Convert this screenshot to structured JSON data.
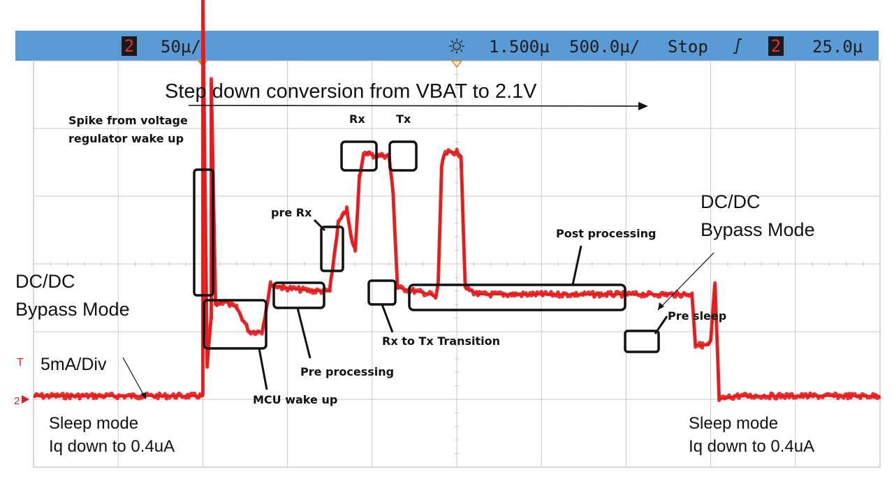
{
  "status_bar": {
    "channel": "2",
    "vertical_scale": "50µ/",
    "trigger_icon": "trigger-sun-icon",
    "offset": "1.500µ",
    "timebase": "500.0µ/",
    "run_state": "Stop",
    "edge_icon": "rising-edge-icon",
    "trigger_channel": "2",
    "trigger_level": "25.0µ",
    "colors": {
      "bar_bg": "#5b9bd5",
      "channel_badge": "#1a1a1a",
      "channel_text": "#e03030"
    }
  },
  "chart_data": {
    "type": "line",
    "title": "Step down conversion from VBAT to 2.1V",
    "xlabel": "",
    "ylabel": "",
    "grid": true,
    "grid_divisions": {
      "x": 10,
      "y": 6
    },
    "scale_label": "5mA/Div",
    "channel_marker": "2",
    "trigger_marker": "T",
    "series": [
      {
        "color": "#e41a1c",
        "x_div": [
          0.0,
          2.0,
          2.0,
          2.05,
          2.1,
          2.1,
          2.15,
          2.25,
          2.4,
          2.55,
          2.7,
          2.8,
          2.95,
          3.3,
          3.5,
          3.5,
          3.6,
          3.7,
          3.75,
          3.8,
          3.85,
          3.9,
          3.95,
          4.0,
          4.2,
          4.25,
          4.3,
          4.7,
          4.75,
          4.78,
          4.82,
          4.85,
          4.9,
          5.0,
          5.05,
          5.1,
          5.25,
          5.35,
          5.45,
          5.5,
          5.55,
          5.65,
          5.8,
          6.0,
          7.0,
          7.6,
          7.78,
          7.82,
          7.9,
          7.97,
          8.0,
          8.05,
          8.1,
          8.3,
          10.0
        ],
        "y_div": [
          0.05,
          0.05,
          6.0,
          0.5,
          1.2,
          4.7,
          1.4,
          1.45,
          1.35,
          1.0,
          1.0,
          1.7,
          1.65,
          1.6,
          1.6,
          1.6,
          2.6,
          2.8,
          2.4,
          2.2,
          3.3,
          3.6,
          3.65,
          3.6,
          3.6,
          3.0,
          1.65,
          1.55,
          1.5,
          1.7,
          3.4,
          3.6,
          3.65,
          3.65,
          3.6,
          1.65,
          1.55,
          1.55,
          1.55,
          1.55,
          1.55,
          1.55,
          1.55,
          1.55,
          1.55,
          1.55,
          1.55,
          0.8,
          0.8,
          0.8,
          0.85,
          1.7,
          0.0,
          0.05,
          0.05
        ]
      }
    ],
    "annotations": [
      {
        "id": "spike",
        "lines": [
          "Spike from voltage",
          "regulator wake up"
        ]
      },
      {
        "id": "mcu",
        "lines": [
          "MCU wake up"
        ]
      },
      {
        "id": "preproc",
        "lines": [
          "Pre processing"
        ]
      },
      {
        "id": "prerx",
        "lines": [
          "pre Rx"
        ]
      },
      {
        "id": "rx",
        "lines": [
          "Rx"
        ]
      },
      {
        "id": "tx",
        "lines": [
          "Tx"
        ]
      },
      {
        "id": "rxtx",
        "lines": [
          "Rx to Tx Transition"
        ]
      },
      {
        "id": "postproc",
        "lines": [
          "Post processing"
        ]
      },
      {
        "id": "presleep",
        "lines": [
          "Pre sleep"
        ]
      },
      {
        "id": "bypass_left",
        "lines": [
          "DC/DC",
          "Bypass Mode"
        ]
      },
      {
        "id": "bypass_right",
        "lines": [
          "DC/DC",
          "Bypass Mode"
        ]
      },
      {
        "id": "sleep_left",
        "lines": [
          "Sleep mode",
          "Iq down to  0.4uA"
        ]
      },
      {
        "id": "sleep_right",
        "lines": [
          "Sleep mode",
          "Iq down to  0.4uA"
        ]
      }
    ]
  }
}
